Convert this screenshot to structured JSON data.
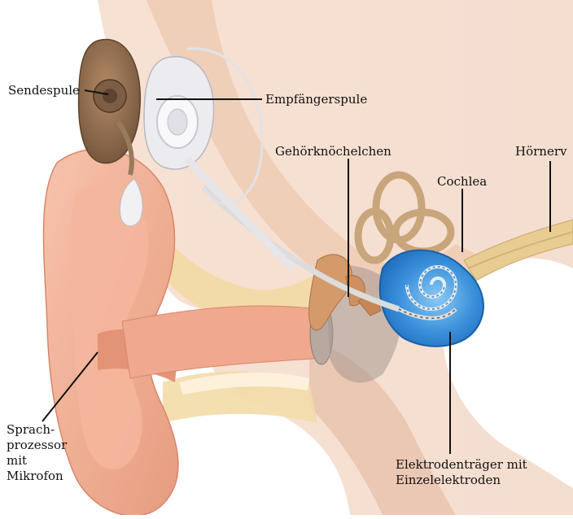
{
  "labels": {
    "sendespule": "Sendespule",
    "empfaengerspule": "Empfängerspule",
    "gehoerknoechelchen": "Gehörknöchelchen",
    "hoernerv": "Hörnerv",
    "cochlea": "Cochlea",
    "sprachprozessor": "Sprach-\nprozessor\nmit\nMikrofon",
    "elektrodentraeger": "Elektrodenträger mit\nEinzelelektroden"
  },
  "colors": {
    "skin": "#f2b49a",
    "skin_dark": "#e0957b",
    "skin_light": "#f8cdb8",
    "fat": "#f1d7a6",
    "bone": "#f0e2cc",
    "cochlea_blue": "#2f86d6",
    "cochlea_light": "#7cc0f2",
    "coil_brown": "#8b6a4b",
    "implant_white": "#e9e9ec",
    "nerve": "#e6c88f",
    "ossicle": "#d89a6a",
    "leader": "#111111"
  }
}
